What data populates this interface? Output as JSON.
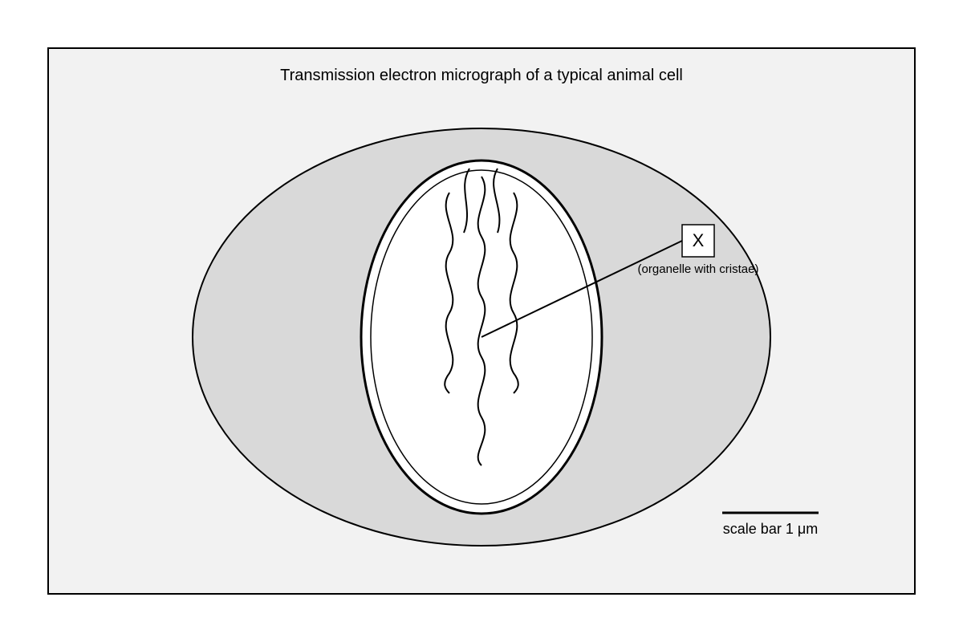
{
  "diagram": {
    "title": "Transmission electron micrograph of a typical animal cell",
    "label": {
      "letter": "X",
      "caption": "(organelle with cristae)"
    },
    "scale_bar": {
      "text": "scale bar 1 μm"
    },
    "colors": {
      "frame_fill": "#f2f2f2",
      "cell_fill": "#d9d9d9",
      "organelle_fill": "#ffffff",
      "stroke": "#000000"
    }
  }
}
